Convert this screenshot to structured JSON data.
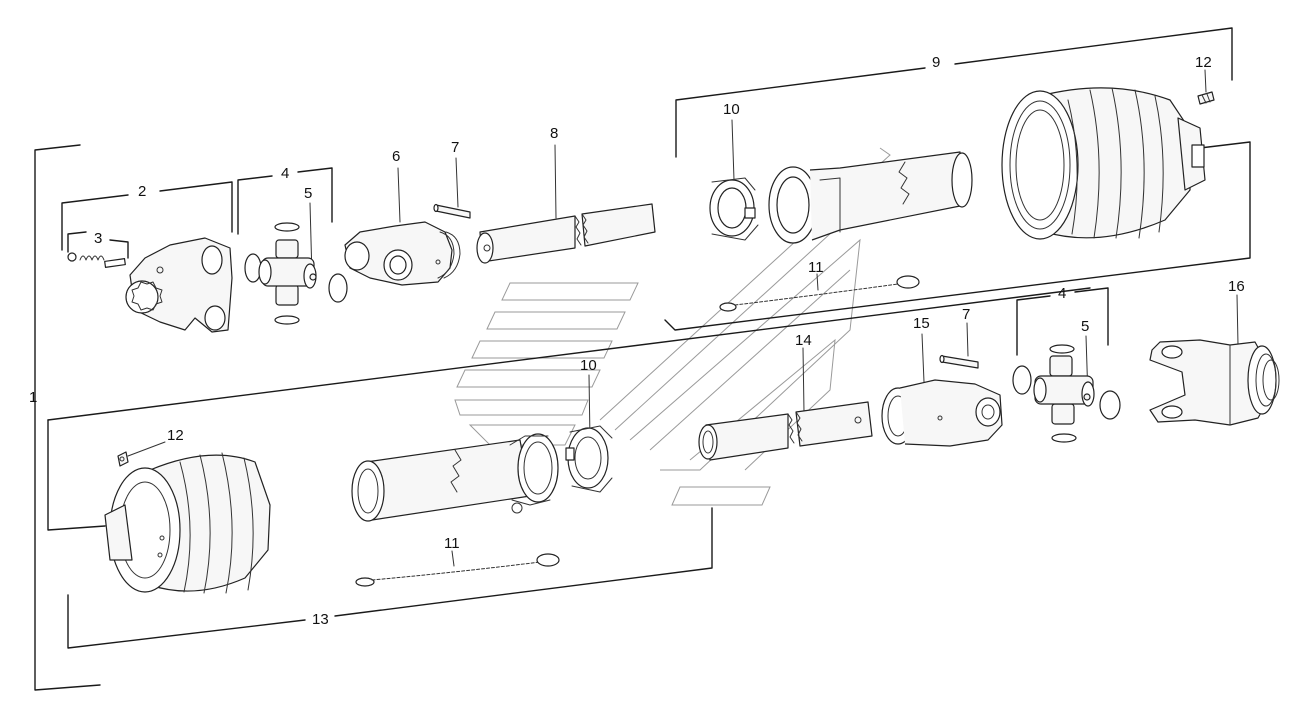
{
  "diagram": {
    "labels": {
      "l1": "1",
      "l2": "2",
      "l3": "3",
      "l4a": "4",
      "l5a": "5",
      "l6": "6",
      "l7a": "7",
      "l8": "8",
      "l9": "9",
      "l10a": "10",
      "l11a": "11",
      "l12a": "12",
      "l4b": "4",
      "l5b": "5",
      "l7b": "7",
      "l10b": "10",
      "l11b": "11",
      "l12b": "12",
      "l13": "13",
      "l14": "14",
      "l15": "15",
      "l16": "16"
    },
    "colors": {
      "line": "#1a1a1a",
      "watermark": "#9a9a9a",
      "background": "#ffffff"
    }
  }
}
